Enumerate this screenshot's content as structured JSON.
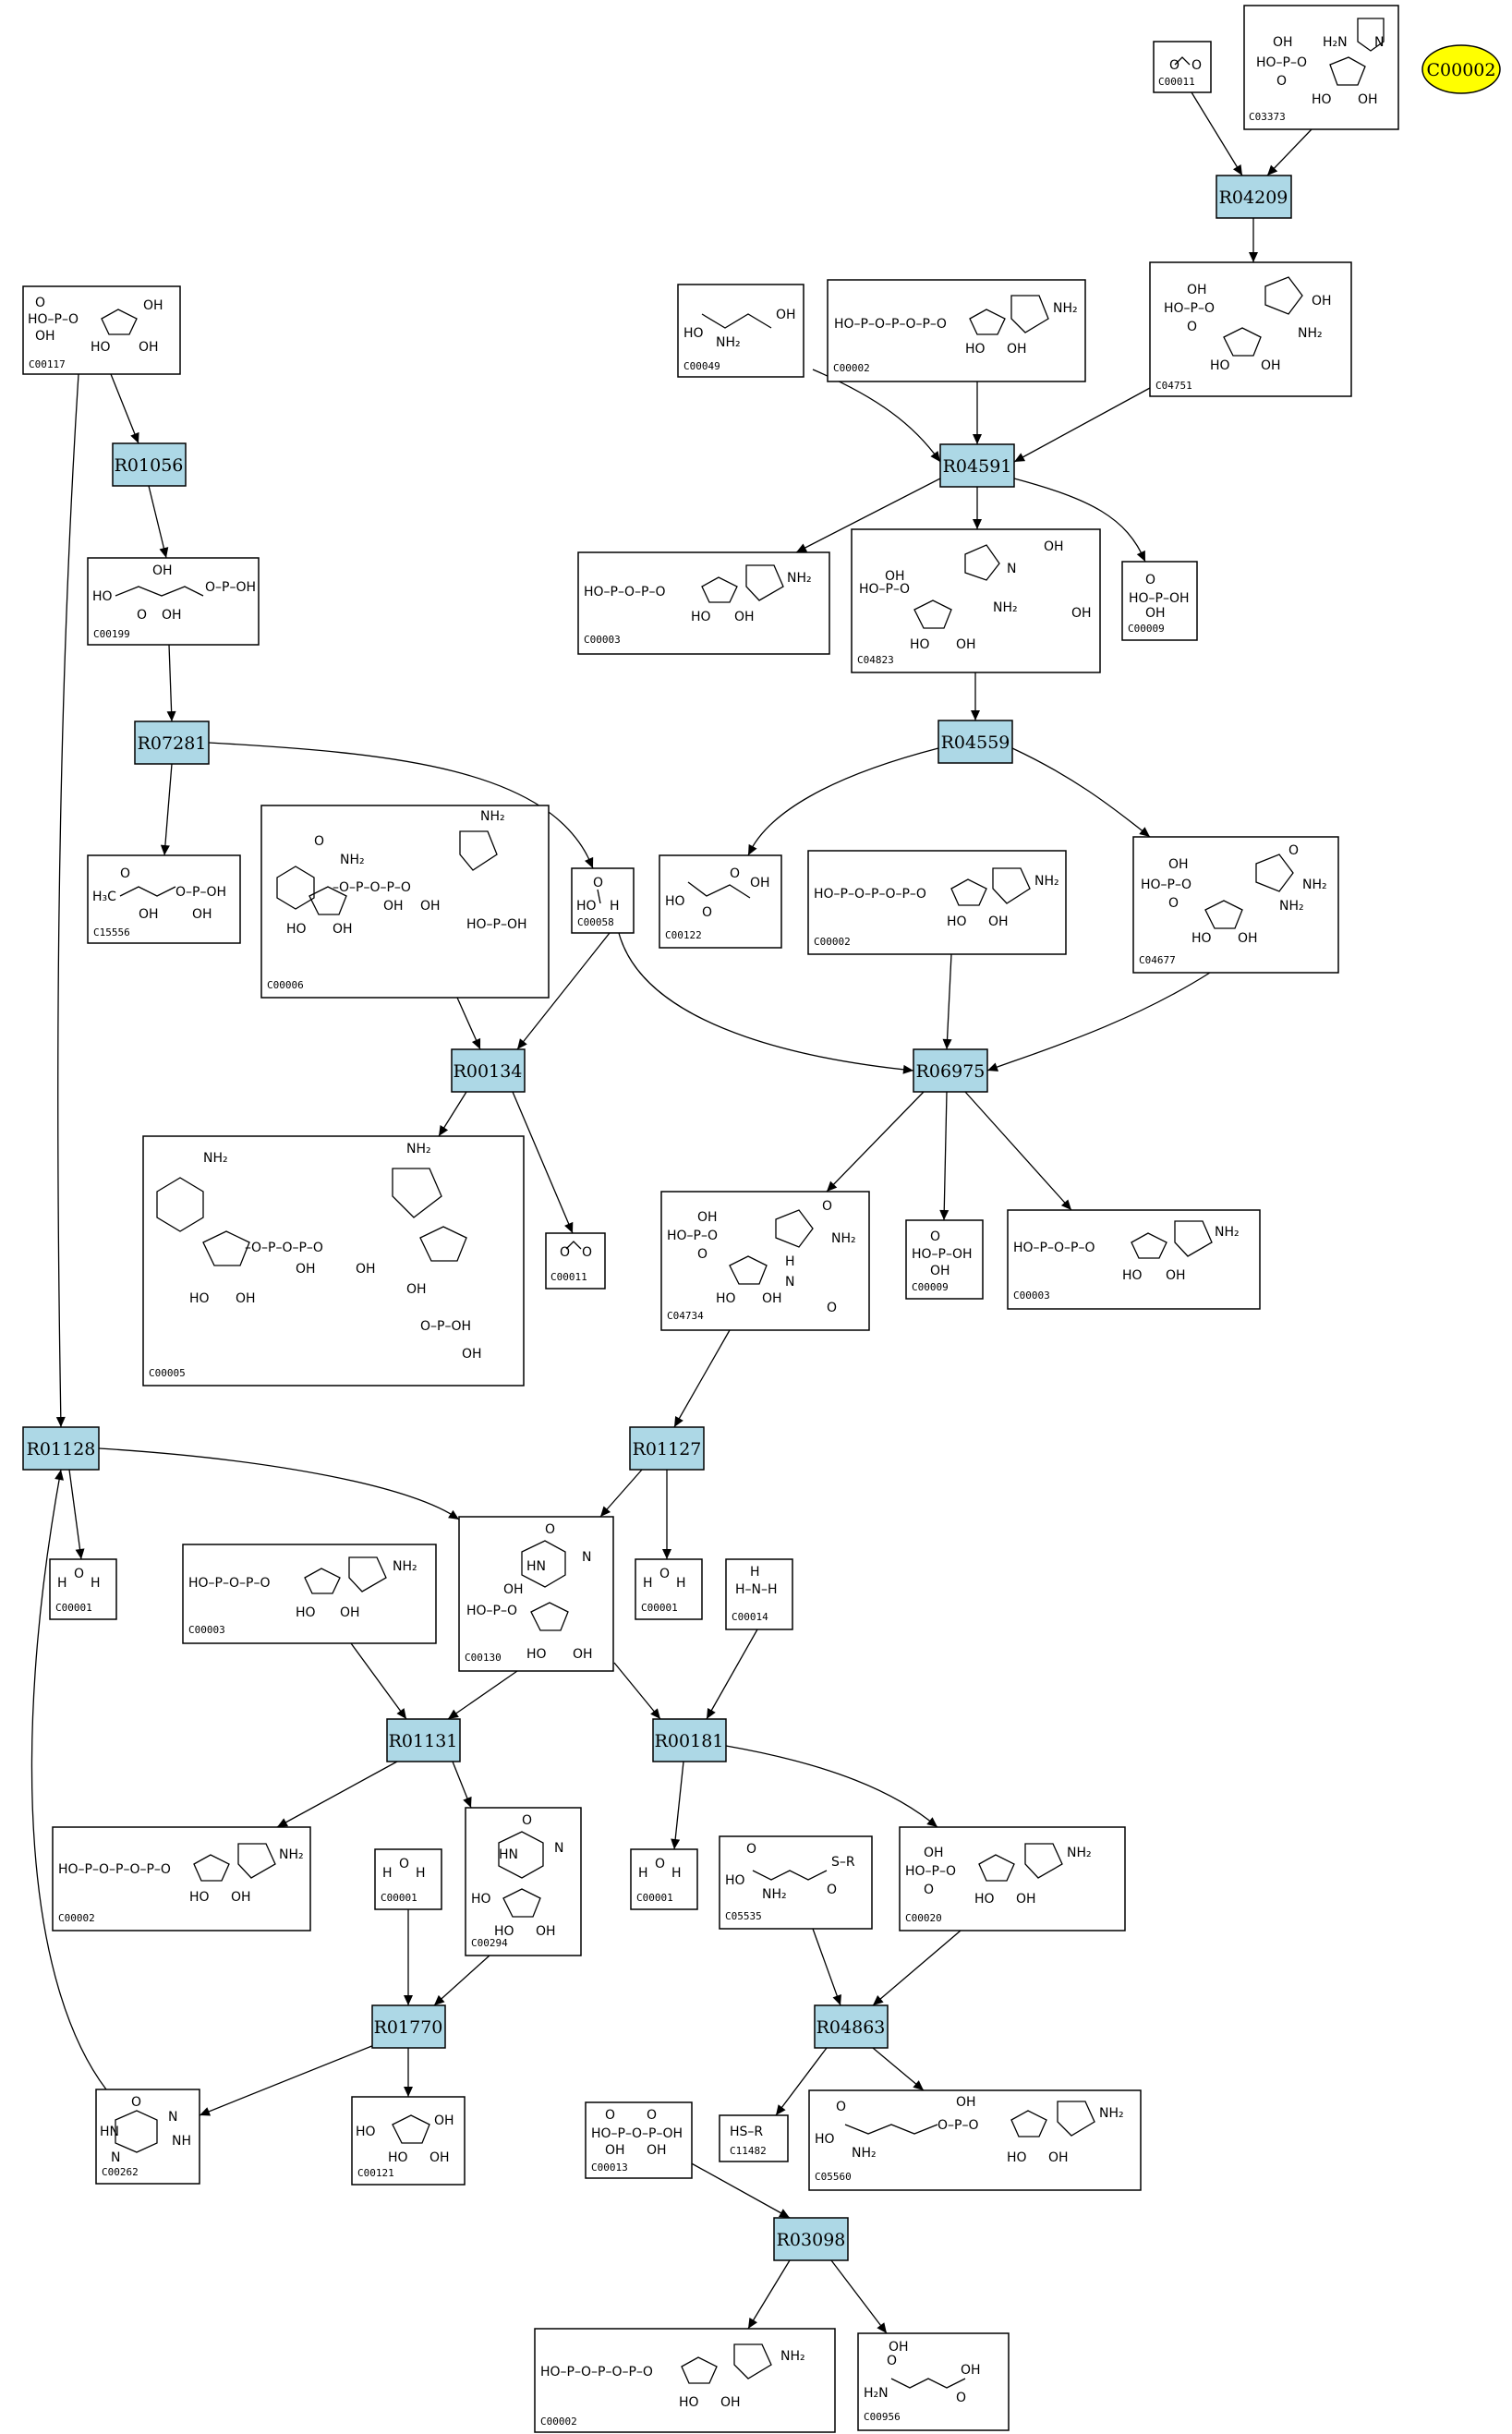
{
  "highlight": {
    "label": "C00002",
    "fill": "#ffff00"
  },
  "colors": {
    "reaction_fill": "#add8e6",
    "compound_fill": "#ffffff",
    "stroke": "#000000"
  },
  "reactions": [
    {
      "id": "R04209",
      "label": "R04209"
    },
    {
      "id": "R04591",
      "label": "R04591"
    },
    {
      "id": "R01056",
      "label": "R01056"
    },
    {
      "id": "R07281",
      "label": "R07281"
    },
    {
      "id": "R04559",
      "label": "R04559"
    },
    {
      "id": "R00134",
      "label": "R00134"
    },
    {
      "id": "R06975",
      "label": "R06975"
    },
    {
      "id": "R01128",
      "label": "R01128"
    },
    {
      "id": "R01127",
      "label": "R01127"
    },
    {
      "id": "R01131",
      "label": "R01131"
    },
    {
      "id": "R00181",
      "label": "R00181"
    },
    {
      "id": "R01770",
      "label": "R01770"
    },
    {
      "id": "R04863",
      "label": "R04863"
    },
    {
      "id": "R03098",
      "label": "R03098"
    }
  ],
  "compounds": [
    {
      "id": "c00011a",
      "label": "C00011",
      "structure": "CO2"
    },
    {
      "id": "c03373",
      "label": "C03373",
      "structure": "aminoimidazole ribotide"
    },
    {
      "id": "c00117",
      "label": "C00117",
      "structure": "ribose-5-phosphate"
    },
    {
      "id": "c00049",
      "label": "C00049",
      "structure": "L-aspartate"
    },
    {
      "id": "c00002a",
      "label": "C00002",
      "structure": "ATP"
    },
    {
      "id": "c04751",
      "label": "C04751",
      "structure": "CAIR"
    },
    {
      "id": "c00199",
      "label": "C00199",
      "structure": "ribulose-5-phosphate"
    },
    {
      "id": "c00003a",
      "label": "C00003",
      "structure": "ADP"
    },
    {
      "id": "c04823",
      "label": "C04823",
      "structure": "SAICAR"
    },
    {
      "id": "c00009a",
      "label": "C00009",
      "structure": "phosphate"
    },
    {
      "id": "c15556",
      "label": "C15556",
      "structure": "hydroxyacetone phosphate"
    },
    {
      "id": "c00006",
      "label": "C00006",
      "structure": "NADP+"
    },
    {
      "id": "c00058",
      "label": "C00058",
      "structure": "formate"
    },
    {
      "id": "c00122",
      "label": "C00122",
      "structure": "fumarate"
    },
    {
      "id": "c00002b",
      "label": "C00002",
      "structure": "ATP"
    },
    {
      "id": "c04677",
      "label": "C04677",
      "structure": "AICAR"
    },
    {
      "id": "c00005",
      "label": "C00005",
      "structure": "NADPH"
    },
    {
      "id": "c00011b",
      "label": "C00011",
      "structure": "CO2"
    },
    {
      "id": "c04734",
      "label": "C04734",
      "structure": "FAICAR"
    },
    {
      "id": "c00009b",
      "label": "C00009",
      "structure": "phosphate"
    },
    {
      "id": "c00003b",
      "label": "C00003",
      "structure": "ADP"
    },
    {
      "id": "c00001a",
      "label": "C00001",
      "structure": "water"
    },
    {
      "id": "c00003c",
      "label": "C00003",
      "structure": "ADP"
    },
    {
      "id": "c00130",
      "label": "C00130",
      "structure": "IMP"
    },
    {
      "id": "c00001b",
      "label": "C00001",
      "structure": "water"
    },
    {
      "id": "c00014",
      "label": "C00014",
      "structure": "ammonia"
    },
    {
      "id": "c00002c",
      "label": "C00002",
      "structure": "ATP"
    },
    {
      "id": "c00001c",
      "label": "C00001",
      "structure": "water"
    },
    {
      "id": "c00294",
      "label": "C00294",
      "structure": "inosine"
    },
    {
      "id": "c00001d",
      "label": "C00001",
      "structure": "water"
    },
    {
      "id": "c05535",
      "label": "C05535",
      "structure": "acyl-thioester"
    },
    {
      "id": "c00020",
      "label": "C00020",
      "structure": "AMP"
    },
    {
      "id": "c00262",
      "label": "C00262",
      "structure": "hypoxanthine"
    },
    {
      "id": "c00121",
      "label": "C00121",
      "structure": "ribose"
    },
    {
      "id": "c00013",
      "label": "C00013",
      "structure": "diphosphate"
    },
    {
      "id": "c11482",
      "label": "C11482",
      "structure": "thiol"
    },
    {
      "id": "c05560",
      "label": "C05560",
      "structure": "acyl-adenylate"
    },
    {
      "id": "c00002d",
      "label": "C00002",
      "structure": "ATP"
    },
    {
      "id": "c00956",
      "label": "C00956",
      "structure": "2-aminoadipate"
    }
  ]
}
